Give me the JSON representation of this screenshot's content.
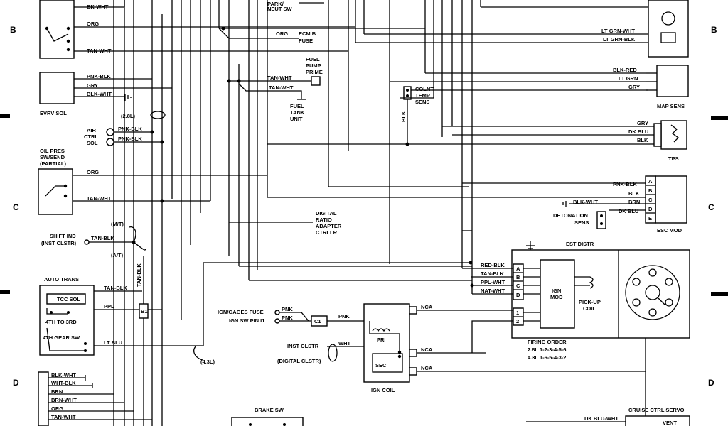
{
  "diagram": {
    "row_markers": [
      "B",
      "C",
      "D"
    ],
    "components": {
      "park_neut": {
        "line1": "PARK/",
        "line2": "NEUT SW"
      },
      "evrv_sol": "EVRV SOL",
      "air_ctrl_sol": [
        "AIR",
        "CTRL",
        "SOL"
      ],
      "oil_pres": [
        "OIL PRES",
        "SW/SEND",
        "(PARTIAL)"
      ],
      "shift_ind": [
        "SHIFT IND",
        "(INST CLSTR)"
      ],
      "auto_trans": "AUTO TRANS",
      "tcc_sol": "TCC SOL",
      "fourth_to_third": "4TH TO 3RD",
      "fourth_gear_sw": "4TH GEAR SW",
      "ecm_b_fuse": [
        "ECM B",
        "FUSE"
      ],
      "fuel_pump_prime": [
        "FUEL",
        "PUMP",
        "PRIME"
      ],
      "fuel_tank_unit": [
        "FUEL",
        "TANK",
        "UNIT"
      ],
      "colnt_temp_sens": [
        "COLNT",
        "TEMP",
        "SENS"
      ],
      "digital_ratio": [
        "DIGITAL",
        "RATIO",
        "ADAPTER",
        "CTRLLR"
      ],
      "ign_gages_fuse": "IGN/GAGES FUSE",
      "ign_sw_pin": "IGN SW PIN I1",
      "inst_clstr": "INST CLSTR",
      "digital_clstr": "(DIGITAL CLSTR)",
      "ign_coil": "IGN COIL",
      "pri": "PRI",
      "sec": "SEC",
      "map_sens": "MAP SENS",
      "tps": "TPS",
      "esc_mod": "ESC MOD",
      "detonation_sens": [
        "DETONATION",
        "SENS"
      ],
      "est_distr": "EST DISTR",
      "ign_mod": [
        "IGN",
        "MOD"
      ],
      "pick_up_coil": [
        "PICK-UP",
        "COIL"
      ],
      "firing_order": [
        "FIRING ORDER",
        "2.8L  1-2-3-4-5-6",
        "4.3L  1-6-5-4-3-2"
      ],
      "brake_sw": "BRAKE SW",
      "cruise_ctrl_servo": "CRUISE CTRL SERVO",
      "vent": "VENT"
    },
    "connectors": {
      "b1": "B1",
      "c1": "C1",
      "esc_pins": [
        "A",
        "B",
        "C",
        "D",
        "E"
      ],
      "est_pins": [
        "A",
        "B",
        "C",
        "D"
      ],
      "coil_pins": [
        "1",
        "2"
      ]
    },
    "wires": {
      "bk_wht_top": "BK-WHT",
      "orng_park": "ORG",
      "tan_wht_park": "TAN-WHT",
      "pnk_blk_evrv": "PNK-BLK",
      "gry_evrv": "GRY",
      "blk_wht_evrv": "BLK-WHT",
      "pnk_blk_air": "PNK-BLK",
      "pnk_blk_air2": "PNK-BLK",
      "org_oil": "ORG",
      "tan_wht_oil": "TAN-WHT",
      "tan_blk_shift": "TAN-BLK",
      "tan_blk_tcc": "TAN-BLK",
      "tan_blk_vert": "TAN-BLK",
      "ppl_trans": "PPL",
      "lt_blu_trans": "LT BLU",
      "org_ecm": "ORG",
      "tan_wht_fuel1": "TAN-WHT",
      "tan_wht_fuel2": "TAN-WHT",
      "blk_vert": "BLK",
      "lt_grn_wht": "LT GRN-WHT",
      "lt_grn_blk": "LT GRN-BLK",
      "blk_red_map": "BLK-RED",
      "lt_grn_map": "LT GRN",
      "gry_map": "GRY",
      "gry_tps": "GRY",
      "dk_blu_tps": "DK BLU",
      "blk_tps": "BLK",
      "pnk_blk_esc": "PNK-BLK",
      "blk_esc": "BLK",
      "blk_wht_esc": "BLK-WHT",
      "brn_esc": "BRN",
      "dk_blu_esc": "DK BLU",
      "red_blk_est": "RED-BLK",
      "tan_blk_est": "TAN-BLK",
      "ppl_wht_est": "PPL-WHT",
      "nat_wht_est": "NAT-WHT",
      "nca_1": "NCA",
      "nca_2": "NCA",
      "nca_3": "NCA",
      "pnk_fuse1": "PNK",
      "pnk_fuse2": "PNK",
      "pnk_c1": "PNK",
      "wht_clstr": "WHT",
      "blk_wht_d": "BLK-WHT",
      "wht_blk_d": "WHT-BLK",
      "brn_d": "BRN",
      "brn_wht_d": "BRN-WHT",
      "org_d": "ORG",
      "tan_wht_d": "TAN-WHT",
      "dk_blu_wht": "DK BLU-WHT"
    },
    "notes": {
      "l28": "(2.8L)",
      "l43": "(4.3L)",
      "mt": "(M/T)",
      "at": "(A/T)"
    }
  }
}
